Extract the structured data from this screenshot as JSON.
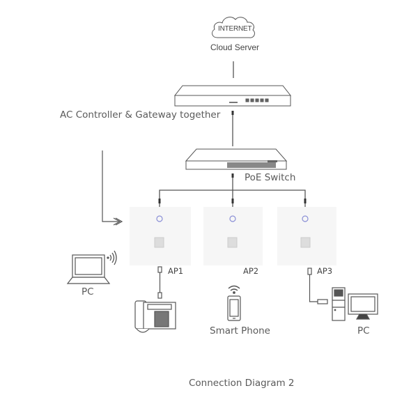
{
  "diagram": {
    "caption": "Connection Diagram 2",
    "cloud": {
      "inner_label": "INTERNET",
      "label": "Cloud Server"
    },
    "gateway": {
      "label": "AC Controller & Gateway together"
    },
    "poe_switch": {
      "label": "PoE Switch"
    },
    "access_points": [
      {
        "label": "AP1"
      },
      {
        "label": "AP2"
      },
      {
        "label": "AP3"
      }
    ],
    "clients": {
      "laptop": {
        "label": "PC"
      },
      "phone": {
        "label": "Smart Phone"
      },
      "desktop": {
        "label": "PC"
      }
    },
    "colors": {
      "line": "#555555",
      "ap_panel": "#f6f6f6",
      "ap_led": "#8a8fd6",
      "text": "#5a5a5a"
    }
  }
}
